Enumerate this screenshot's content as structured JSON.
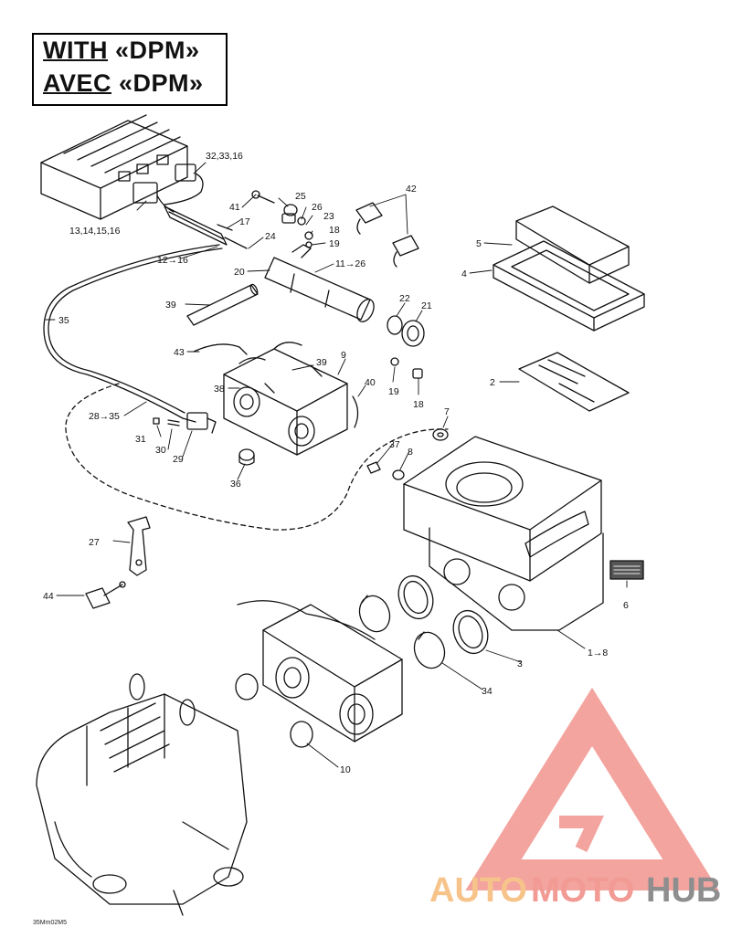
{
  "title": {
    "line1_prefix": "WITH",
    "line1_suffix": " «DPM»",
    "line2_prefix": "AVEC",
    "line2_suffix": " «DPM»"
  },
  "callouts": {
    "c32_33_16": "32,33,16",
    "c13_14_15_16": "13,14,15,16",
    "c41": "41",
    "c25": "25",
    "c26": "26",
    "c23": "23",
    "c42": "42",
    "c17": "17",
    "c18a": "18",
    "c19a": "19",
    "c24": "24",
    "c12_16": "12→16",
    "c11_26": "11→26",
    "c5": "5",
    "c4": "4",
    "c20": "20",
    "c22": "22",
    "c21": "21",
    "c39a": "39",
    "c35": "35",
    "c43": "43",
    "c39b": "39",
    "c9": "9",
    "c2": "2",
    "c38": "38",
    "c40": "40",
    "c19b": "19",
    "c18b": "18",
    "c28_35": "28→35",
    "c7": "7",
    "c31": "31",
    "c30": "30",
    "c29": "29",
    "c37": "37",
    "c8": "8",
    "c36": "36",
    "c27": "27",
    "c6": "6",
    "c44": "44",
    "c1_8": "1→8",
    "c3": "3",
    "c34": "34",
    "c10": "10"
  },
  "figure_ref": "35Mm02M5",
  "watermark": {
    "part1": "AUTO",
    "part2": "MOTO",
    "part3": "HUB",
    "color_orange": "#f6c48a",
    "color_red": "#f29a94",
    "color_grey": "#8e8e8e"
  }
}
